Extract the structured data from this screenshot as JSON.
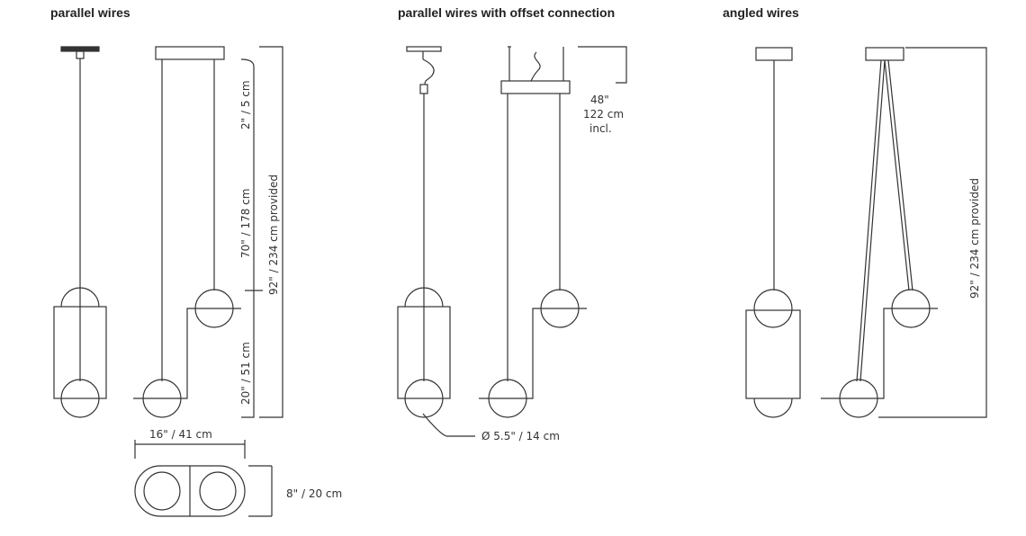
{
  "headings": {
    "parallel": "parallel wires",
    "offset": "parallel wires with offset connection",
    "angled": "angled wires"
  },
  "dimensions": {
    "canopy_height": "2\"  /  5 cm",
    "cable_length": "70\"  /  178 cm",
    "fixture_height": "20\"  /  51 cm",
    "total_provided_left": "92\"  /  234 cm provided",
    "total_provided_right": "92\"  /  234 cm provided",
    "width": "16\"  /  41 cm",
    "depth": "8\"  /  20 cm",
    "diameter": "Ø  5.5\"  /  14 cm",
    "lead_in": "48\"",
    "lead_cm": "122 cm",
    "lead_incl": "incl."
  },
  "colors": {
    "line": "#333333",
    "text": "#222222"
  }
}
